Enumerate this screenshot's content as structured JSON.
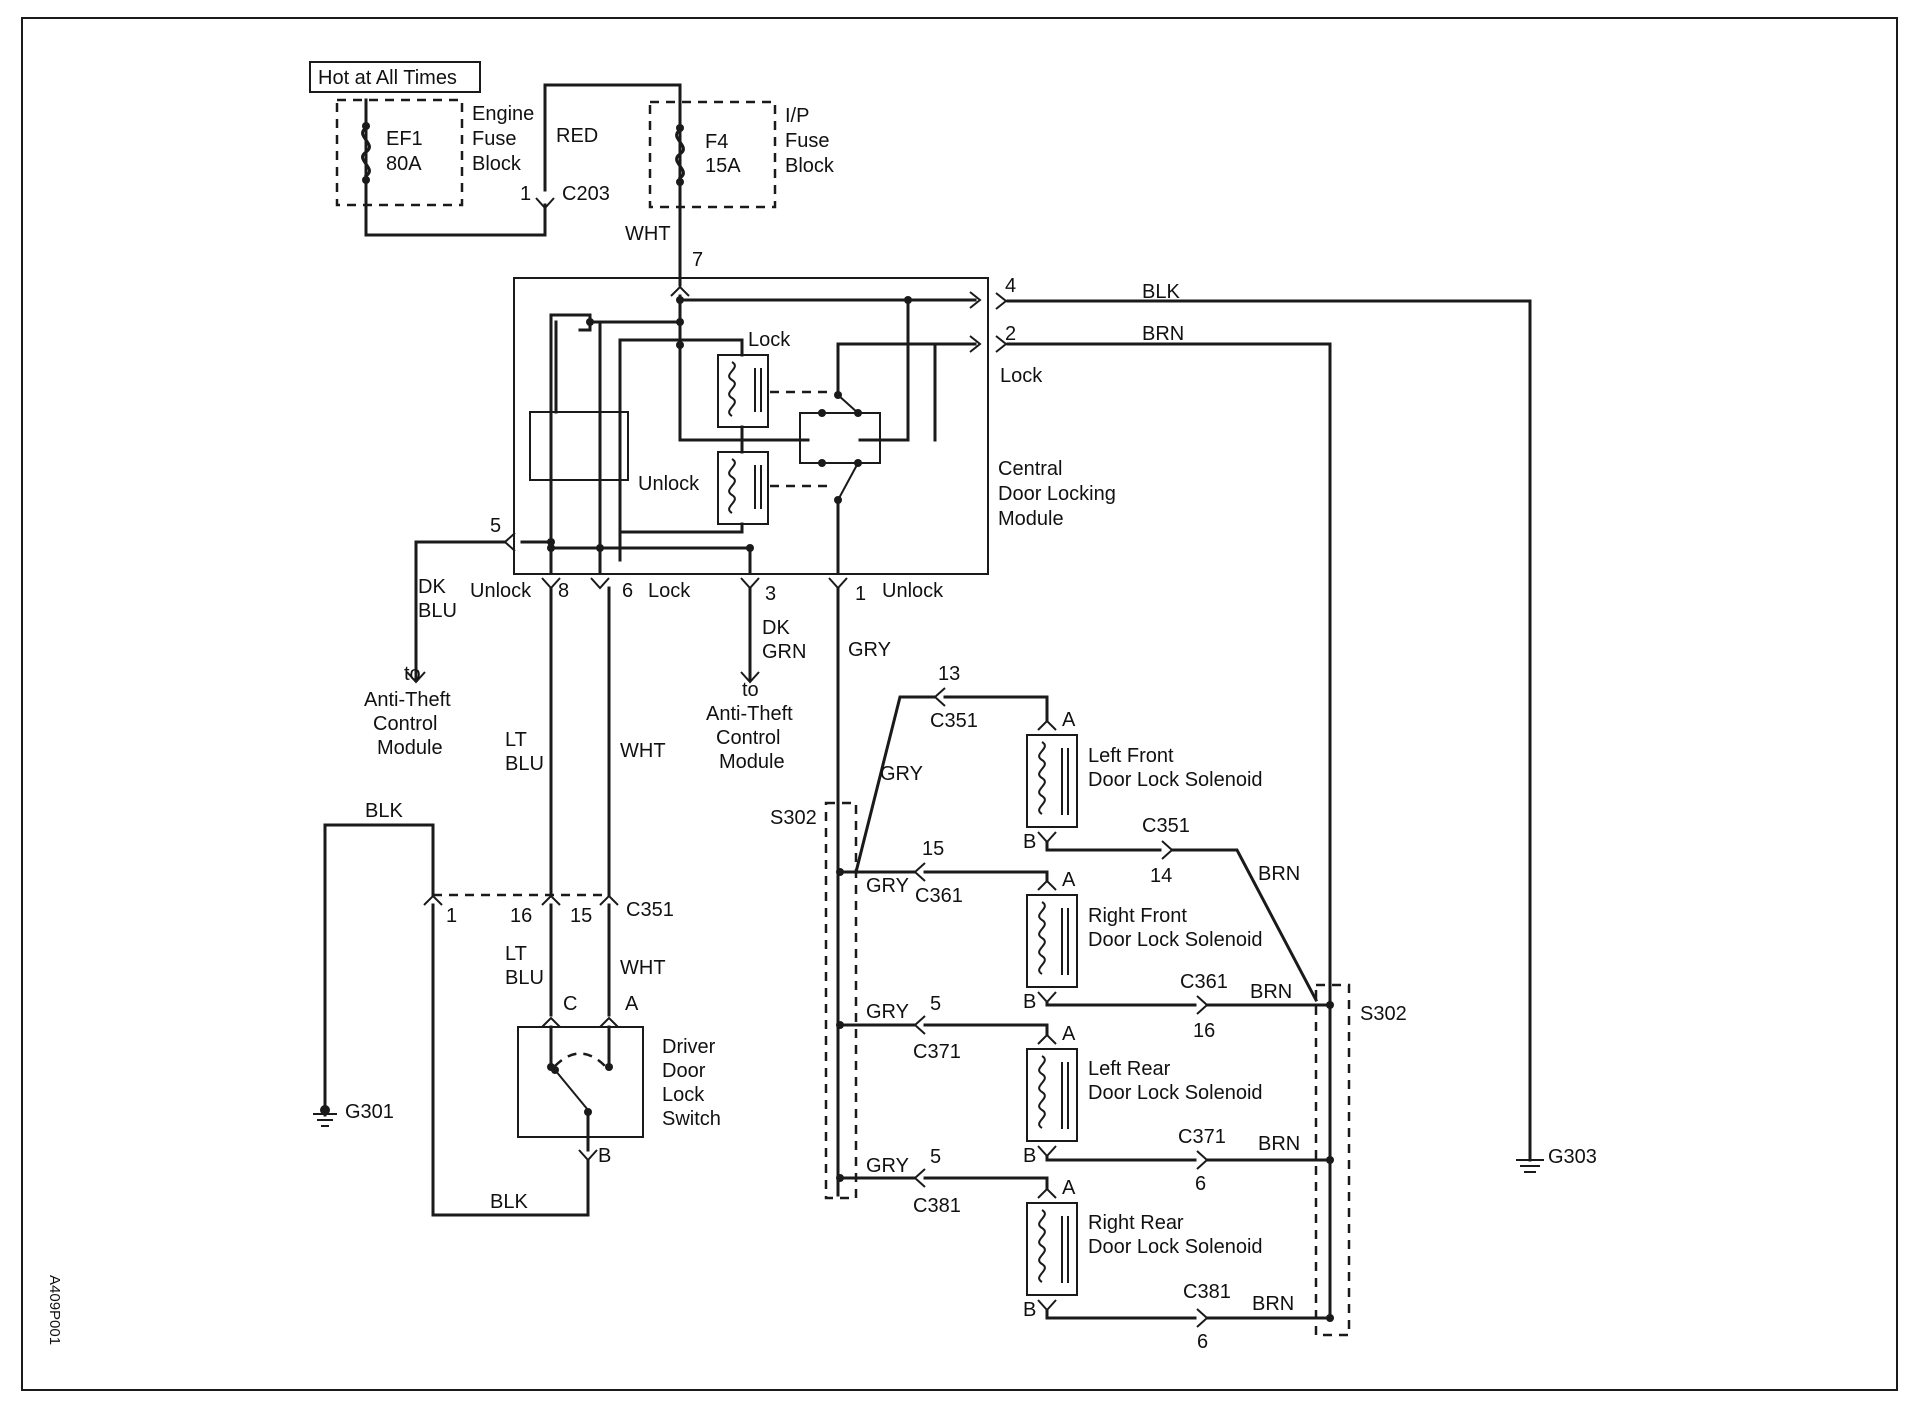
{
  "power": {
    "hot_label": "Hot at All Times",
    "ef1": "EF1",
    "ef1_rating": "80A",
    "engine_fuse_block": [
      "Engine",
      "Fuse",
      "Block"
    ],
    "red": "RED",
    "c203_pin": "1",
    "c203": "C203",
    "f4": "F4",
    "f4_rating": "15A",
    "ip_fuse_block": [
      "I/P",
      "Fuse",
      "Block"
    ],
    "wht": "WHT",
    "pin7": "7"
  },
  "module": {
    "name": [
      "Central",
      "Door Locking",
      "Module"
    ],
    "lock_relay": "Lock",
    "unlock_relay": "Unlock",
    "pin4": "4",
    "pin4_wire": "BLK",
    "pin2": "2",
    "pin2_wire": "BRN",
    "pin2_label": "Lock",
    "pin5": "5",
    "pin8": "8",
    "pin8_label": "Unlock",
    "pin6": "6",
    "pin6_label": "Lock",
    "pin3": "3",
    "pin1": "1",
    "pin1_label": "Unlock"
  },
  "left_branch": {
    "dk_blu": [
      "DK",
      "BLU"
    ],
    "to_anti_theft": [
      "to",
      "Anti-Theft",
      "Control",
      "Module"
    ],
    "lt_blu": [
      "LT",
      "BLU"
    ],
    "wht": "WHT",
    "dk_grn": [
      "DK",
      "GRN"
    ],
    "to_anti_theft_2": [
      "to",
      "Anti-Theft",
      "Control",
      "Module"
    ],
    "gry": "GRY"
  },
  "switch": {
    "blk_top": "BLK",
    "pin1": "1",
    "pin16": "16",
    "pin15": "15",
    "c351": "C351",
    "lt_blu": [
      "LT",
      "BLU"
    ],
    "wht": "WHT",
    "pin_c": "C",
    "pin_a": "A",
    "pin_b": "B",
    "name": [
      "Driver",
      "Door",
      "Lock",
      "Switch"
    ],
    "g301": "G301",
    "blk_bottom": "BLK"
  },
  "solenoids": {
    "s302_left": "S302",
    "s302_right": "S302",
    "g303": "G303",
    "items": [
      {
        "name": [
          "Left Front",
          "Door Lock Solenoid"
        ],
        "a_pin": "13",
        "a_conn": "C351",
        "a_wire": "GRY",
        "b_conn": "C351",
        "b_pin": "14",
        "b_wire": "BRN"
      },
      {
        "name": [
          "Right Front",
          "Door Lock Solenoid"
        ],
        "a_pin": "15",
        "a_conn": "C361",
        "a_wire": "GRY",
        "b_conn": "C361",
        "b_pin": "16",
        "b_wire": "BRN"
      },
      {
        "name": [
          "Left Rear",
          "Door Lock Solenoid"
        ],
        "a_pin": "5",
        "a_conn": "C371",
        "a_wire": "GRY",
        "b_conn": "C371",
        "b_pin": "6",
        "b_wire": "BRN"
      },
      {
        "name": [
          "Right Rear",
          "Door Lock Solenoid"
        ],
        "a_pin": "5",
        "a_conn": "C381",
        "a_wire": "GRY",
        "b_conn": "C381",
        "b_pin": "6",
        "b_wire": "BRN"
      }
    ],
    "term_a": "A",
    "term_b": "B"
  },
  "figure_id": "A409P001"
}
